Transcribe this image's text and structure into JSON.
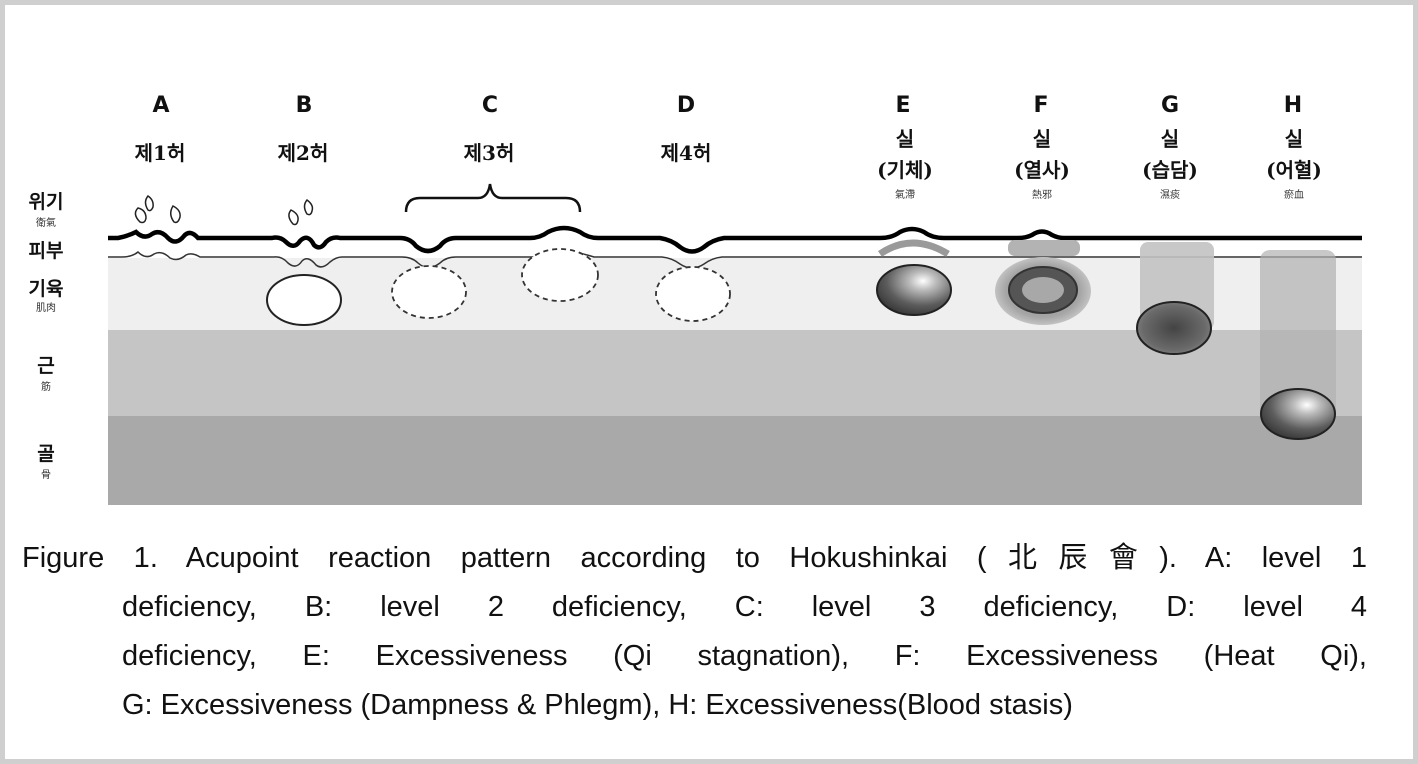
{
  "columns": [
    {
      "letter": "A",
      "label": "제1허",
      "sub": ""
    },
    {
      "letter": "B",
      "label": "제2허",
      "sub": ""
    },
    {
      "letter": "C",
      "label": "제3허",
      "sub": ""
    },
    {
      "letter": "D",
      "label": "제4허",
      "sub": ""
    },
    {
      "letter": "E",
      "label": "실",
      "paren": "(기체)",
      "sub": "氣滯"
    },
    {
      "letter": "F",
      "label": "실",
      "paren": "(열사)",
      "sub": "熱邪"
    },
    {
      "letter": "G",
      "label": "실",
      "paren": "(습담)",
      "sub": "濕痰"
    },
    {
      "letter": "H",
      "label": "실",
      "paren": "(어혈)",
      "sub": "瘀血"
    }
  ],
  "layers": [
    {
      "label": "위기",
      "sub": "衛氣"
    },
    {
      "label": "피부",
      "sub": ""
    },
    {
      "label": "기육",
      "sub": "肌肉"
    },
    {
      "label": "근",
      "sub": "筋"
    },
    {
      "label": "골",
      "sub": "骨"
    }
  ],
  "caption": {
    "line1": "Figure 1. Acupoint reaction pattern according to Hokushinkai (北辰會). A: level 1",
    "line2": "deficiency, B: level 2 deficiency, C: level 3 deficiency, D: level 4",
    "line3": "deficiency, E: Excessiveness (Qi stagnation), F: Excessiveness (Heat Qi),",
    "line4": "G: Excessiveness (Dampness & Phlegm), H: Excessiveness(Blood stasis)"
  }
}
